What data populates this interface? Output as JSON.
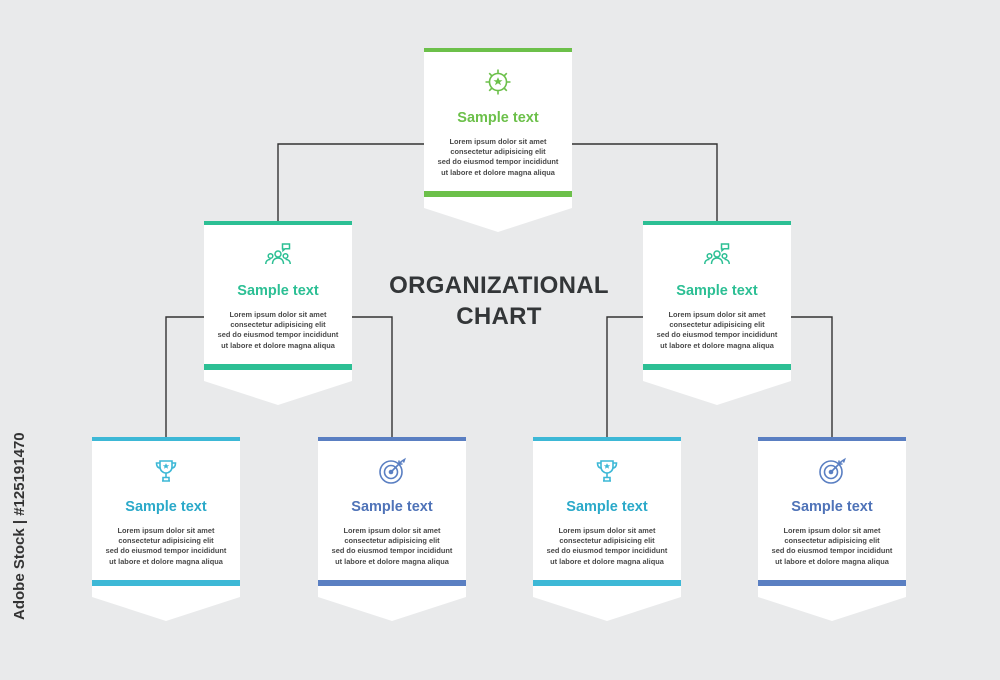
{
  "chart": {
    "title": "ORGANIZATIONAL\nCHART"
  },
  "nodes": [
    {
      "id": "root",
      "title": "Sample text",
      "body": "Lorem ipsum dolor sit amet\nconsectetur adipisicing elit\nsed do eiusmod tempor incididunt\nut labore et dolore magna aliqua",
      "icon": "gear-star-icon",
      "accent": "#6cc04a",
      "title_color": "#6cc04a"
    },
    {
      "id": "left",
      "title": "Sample text",
      "body": "Lorem ipsum dolor sit amet\nconsectetur adipisicing elit\nsed do eiusmod tempor incididunt\nut labore et dolore magna aliqua",
      "icon": "team-chat-icon",
      "accent": "#2cbf94",
      "title_color": "#2cbf94"
    },
    {
      "id": "right",
      "title": "Sample text",
      "body": "Lorem ipsum dolor sit amet\nconsectetur adipisicing elit\nsed do eiusmod tempor incididunt\nut labore et dolore magna aliqua",
      "icon": "team-chat-icon",
      "accent": "#2cbf94",
      "title_color": "#2cbf94"
    },
    {
      "id": "ll",
      "title": "Sample text",
      "body": "Lorem ipsum dolor sit amet\nconsectetur adipisicing elit\nsed do eiusmod tempor incididunt\nut labore et dolore magna aliqua",
      "icon": "trophy-icon",
      "accent": "#3db8d6",
      "title_color": "#2ba9c9"
    },
    {
      "id": "lr",
      "title": "Sample text",
      "body": "Lorem ipsum dolor sit amet\nconsectetur adipisicing elit\nsed do eiusmod tempor incididunt\nut labore et dolore magna aliqua",
      "icon": "target-icon",
      "accent": "#5a7fc2",
      "title_color": "#4f73b8"
    },
    {
      "id": "rl",
      "title": "Sample text",
      "body": "Lorem ipsum dolor sit amet\nconsectetur adipisicing elit\nsed do eiusmod tempor incididunt\nut labore et dolore magna aliqua",
      "icon": "trophy-icon",
      "accent": "#3db8d6",
      "title_color": "#2ba9c9"
    },
    {
      "id": "rr",
      "title": "Sample text",
      "body": "Lorem ipsum dolor sit amet\nconsectetur adipisicing elit\nsed do eiusmod tempor incididunt\nut labore et dolore magna aliqua",
      "icon": "target-icon",
      "accent": "#5a7fc2",
      "title_color": "#4f73b8"
    }
  ],
  "edges": [
    [
      "root",
      "left"
    ],
    [
      "root",
      "right"
    ],
    [
      "left",
      "ll"
    ],
    [
      "left",
      "lr"
    ],
    [
      "right",
      "rl"
    ],
    [
      "right",
      "rr"
    ]
  ],
  "watermark": {
    "side_text": "Adobe Stock | #125191470"
  },
  "colors": {
    "background": "#e9eaeb",
    "card": "#ffffff",
    "connector": "#333333"
  }
}
